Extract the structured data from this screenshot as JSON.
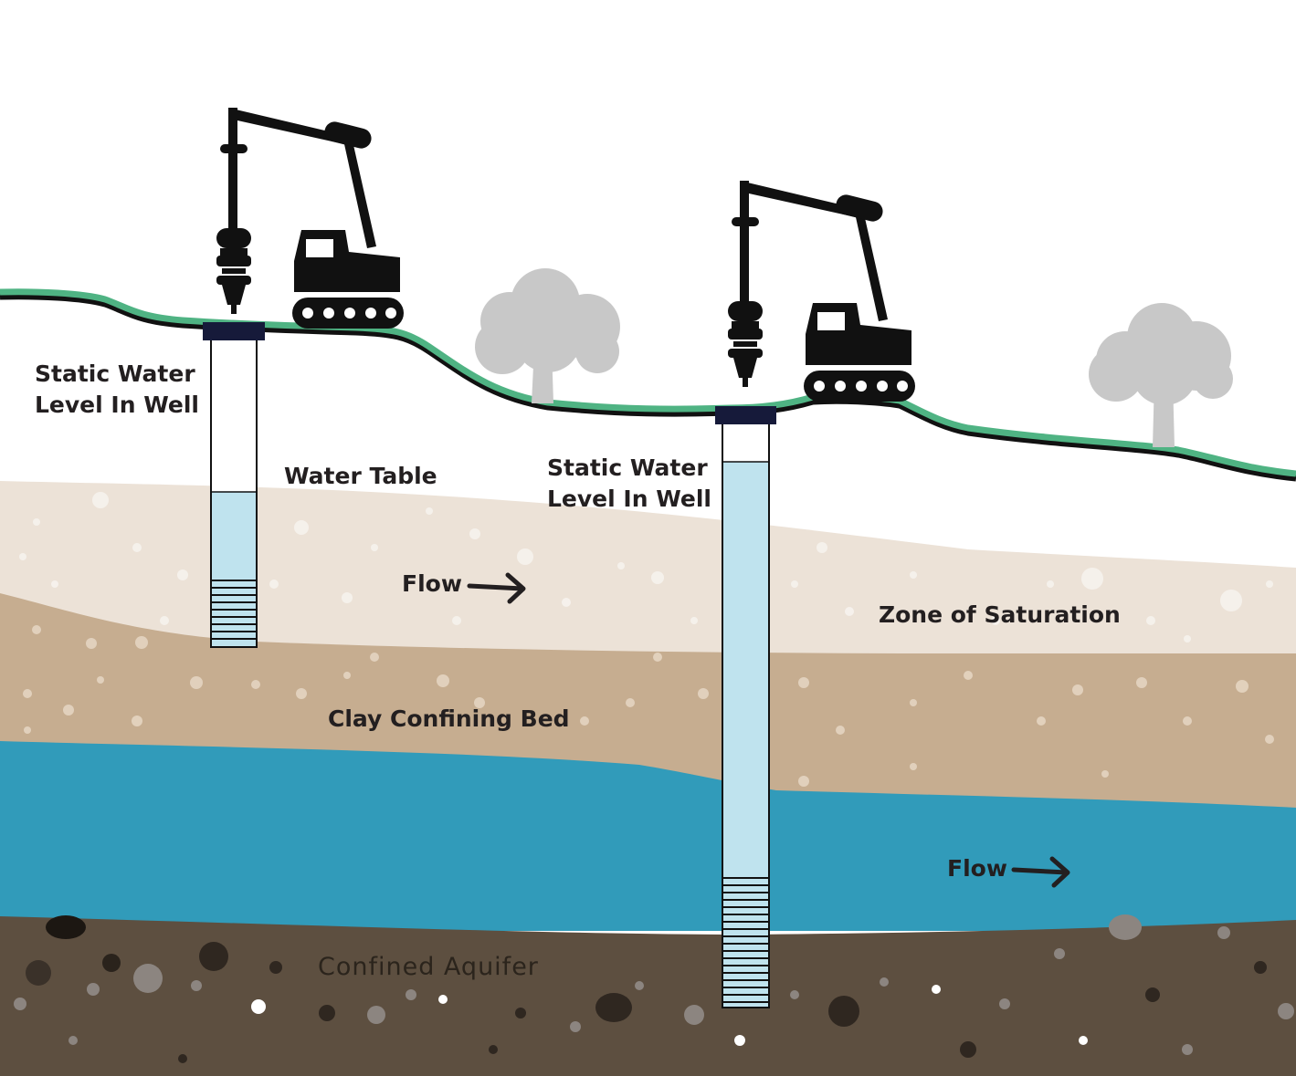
{
  "labels": {
    "static_water_left_line1": "Static Water",
    "static_water_left_line2": "Level In Well",
    "water_table": "Water Table",
    "static_water_right_line1": "Static Water",
    "static_water_right_line2": "Level In Well",
    "flow_upper": "Flow",
    "zone_of_saturation": "Zone of Saturation",
    "clay_confining_bed": "Clay Confining Bed",
    "flow_lower": "Flow",
    "confined_aquifer": "Confined Aquifer"
  },
  "icons": [
    "drilling-rig-icon",
    "tree-icon",
    "flow-arrow-icon"
  ],
  "colors": {
    "ground_line": "#4fb383",
    "zone_of_saturation": "#ece2d7",
    "clay_bed": "#c6ad90",
    "aquifer_water": "#319bba",
    "bedrock": "#5d4f40",
    "well_water": "#bfe3ee",
    "tree": "#c8c8c8",
    "rig": "#111111"
  }
}
